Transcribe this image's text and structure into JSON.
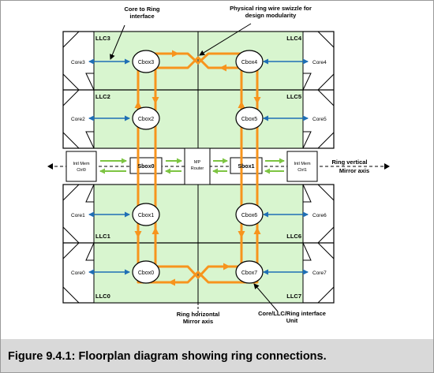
{
  "annotations": {
    "core_to_ring": [
      "Core to Ring",
      "interface"
    ],
    "swizzle": [
      "Physical ring wire swizzle for",
      "design modularity"
    ],
    "ring_vertical": [
      "Ring vertical",
      "Mirror axis"
    ],
    "ring_horizontal": [
      "Ring horizontal",
      "Mirror axis"
    ],
    "unit_label": [
      "Core/LLC/Ring interface",
      "Unit"
    ]
  },
  "llc_labels": {
    "llc3": "LLC3",
    "llc4": "LLC4",
    "llc2": "LLC2",
    "llc5": "LLC5",
    "llc1": "LLC1",
    "llc6": "LLC6",
    "llc0": "LLC0",
    "llc7": "LLC7"
  },
  "cores": {
    "core3": "Core3",
    "core4": "Core4",
    "core2": "Core2",
    "core5": "Core5",
    "core1": "Core1",
    "core6": "Core6",
    "core0": "Core0",
    "core7": "Core7"
  },
  "cboxes": {
    "cbox3": "Cbox3",
    "cbox4": "Cbox4",
    "cbox2": "Cbox2",
    "cbox5": "Cbox5",
    "cbox1": "Cbox1",
    "cbox6": "Cbox6",
    "cbox0": "Cbox0",
    "cbox7": "Cbox7"
  },
  "middle": {
    "mem0": [
      "Intl Mem",
      "Ctrl0"
    ],
    "mem1": [
      "Intl Mem",
      "Ctrl1"
    ],
    "router": [
      "MP",
      "Router"
    ],
    "sbox0": "Sbox0",
    "sbox1": "Sbox1"
  },
  "caption": "Figure 9.4.1: Floorplan diagram showing ring connections.",
  "colors": {
    "ring": "#f7941d",
    "llc_fill": "#d8f5cf",
    "interface_arrow": "#1f6fb5",
    "green_arrow": "#7dc442",
    "caption_bar": "#d9d9d9"
  }
}
